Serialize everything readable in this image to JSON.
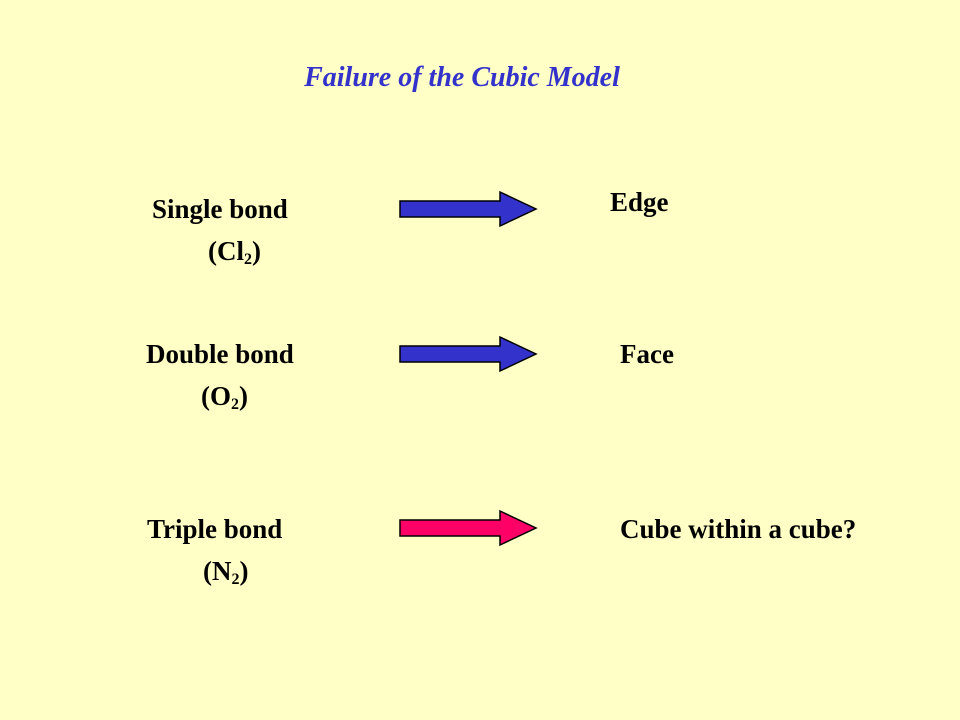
{
  "title": "Failure of the Cubic Model",
  "rows": [
    {
      "bond_label": "Single bond",
      "formula_open": "(",
      "formula_element": "Cl",
      "formula_subscript": "2",
      "formula_close": ")",
      "result": "Edge",
      "arrow_color": "#3333CC"
    },
    {
      "bond_label": "Double bond",
      "formula_open": "(",
      "formula_element": "O",
      "formula_subscript": "2",
      "formula_close": ")",
      "result": "Face",
      "arrow_color": "#3333CC"
    },
    {
      "bond_label": "Triple bond",
      "formula_open": "(",
      "formula_element": "N",
      "formula_subscript": "2",
      "formula_close": ")",
      "result": "Cube within a cube?",
      "arrow_color": "#FF0066"
    }
  ]
}
